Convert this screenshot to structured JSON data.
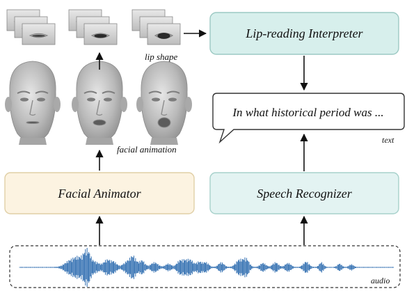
{
  "boxes": {
    "lip_reading_interpreter": "Lip-reading Interpreter",
    "facial_animator": "Facial Animator",
    "speech_recognizer": "Speech Recognizer"
  },
  "speech_bubble_text": "In what historical period was ...",
  "captions": {
    "lip_shape": "lip shape",
    "facial_animation": "facial animation",
    "text": "text",
    "audio": "audio"
  },
  "colors": {
    "interpreter_fill": "#d7efec",
    "interpreter_stroke": "#9cc9c3",
    "animator_fill": "#fcf3e1",
    "animator_stroke": "#e0cfa6",
    "recognizer_fill": "#e3f3f2",
    "recognizer_stroke": "#a7d1cb",
    "waveform": "#2f6db0",
    "arrow": "#111111",
    "face_shade": "#b8b8b8"
  },
  "icons": {
    "lip_stacks": [
      "lips-closed-icon",
      "lips-open-icon",
      "lips-wide-open-icon"
    ],
    "faces": [
      "face-neutral-icon",
      "face-speaking-icon",
      "face-open-mouth-icon"
    ]
  }
}
